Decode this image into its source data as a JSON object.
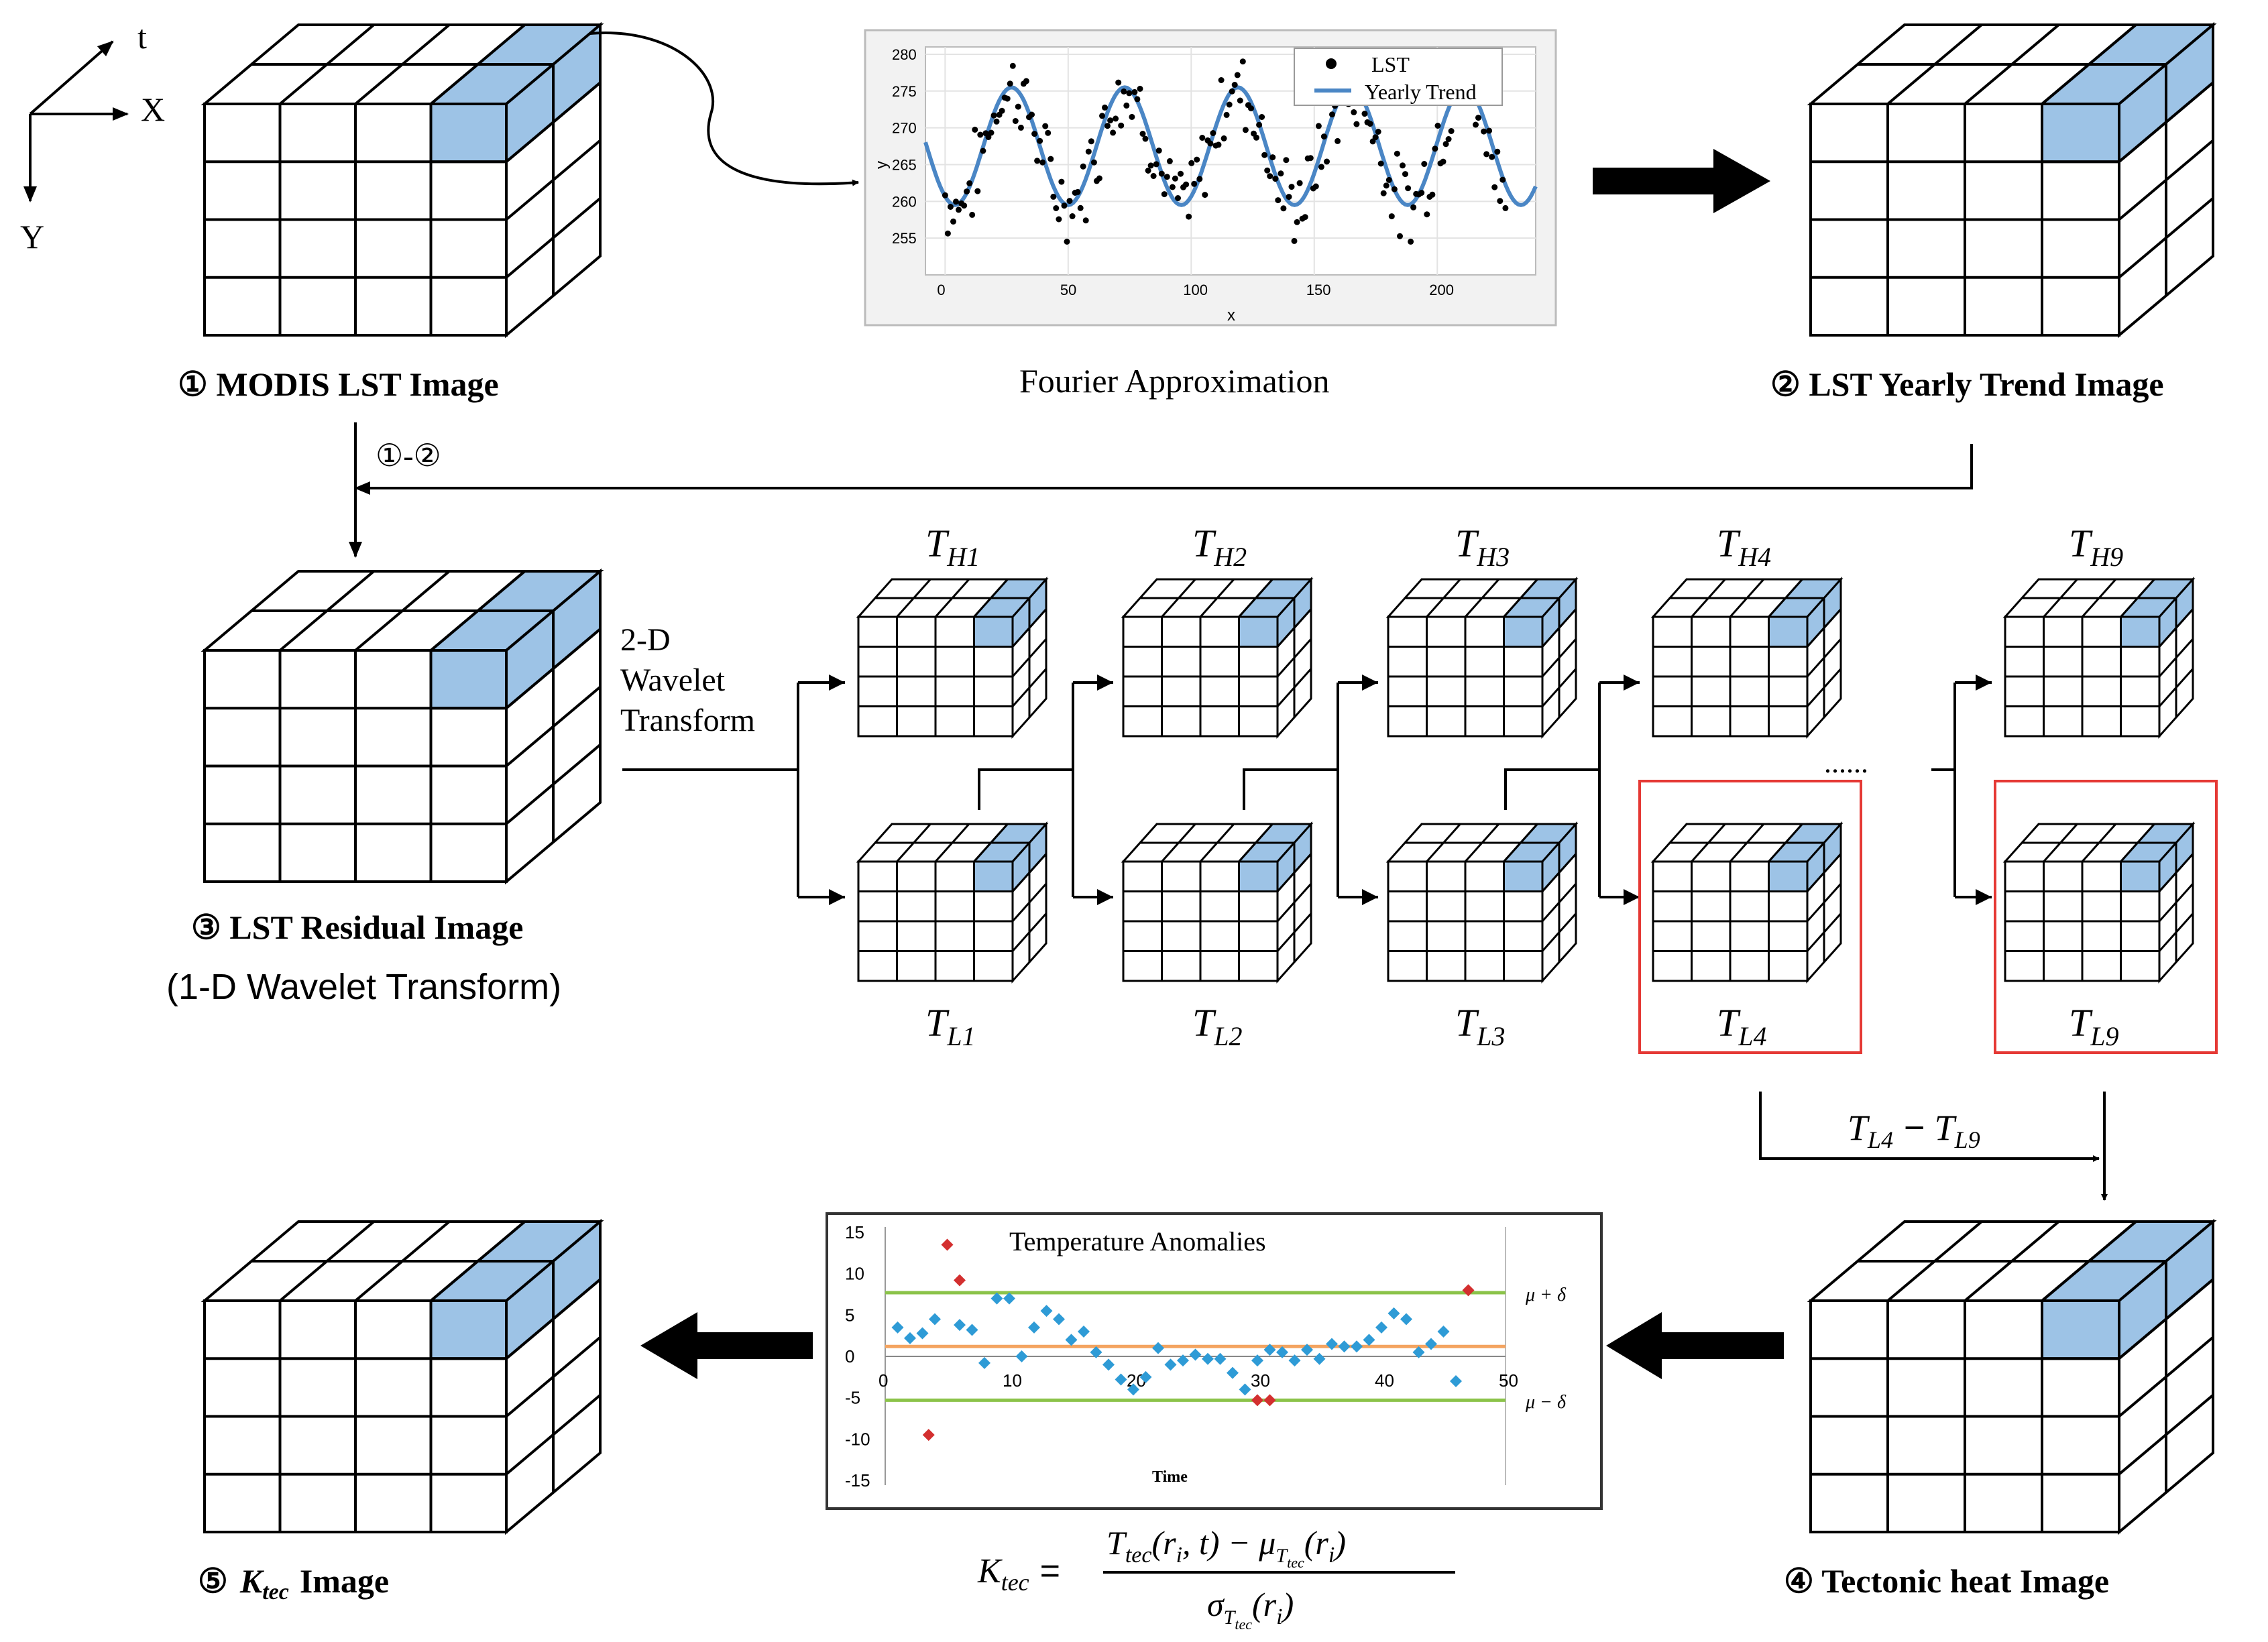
{
  "axes_legend": {
    "t": "t",
    "x": "X",
    "y": "Y"
  },
  "captions": {
    "modis": "① MODIS LST Image",
    "fourier": "Fourier Approximation",
    "trend": "② LST Yearly Trend Image",
    "diff": "①-②",
    "residual": "③ LST Residual Image",
    "residual_sub": "(1-D Wavelet Transform)",
    "wavelet_1": "2-D",
    "wavelet_2": "Wavelet",
    "wavelet_3": "Transform",
    "ellipsis": "......",
    "tectonic": "④ Tectonic heat Image",
    "ktec_num": "⑤",
    "ktec_word": "Image"
  },
  "stage_labels": {
    "high": [
      {
        "base": "T",
        "sub": "H1"
      },
      {
        "base": "T",
        "sub": "H2"
      },
      {
        "base": "T",
        "sub": "H3"
      },
      {
        "base": "T",
        "sub": "H4"
      },
      {
        "base": "T",
        "sub": "H9"
      }
    ],
    "low": [
      {
        "base": "T",
        "sub": "L1"
      },
      {
        "base": "T",
        "sub": "L2"
      },
      {
        "base": "T",
        "sub": "L3"
      },
      {
        "base": "T",
        "sub": "L4"
      },
      {
        "base": "T",
        "sub": "L9"
      }
    ]
  },
  "difference_label": {
    "a": "T",
    "a_sub": "L4",
    "op": " − ",
    "b": "T",
    "b_sub": "L9"
  },
  "formula": {
    "lhs": "K",
    "lhs_sub": "tec",
    "eq": "=",
    "numerator": "T_tec(r_i, t) − μ_T_tec(r_i)",
    "denominator": "σ_T_tec(r_i)"
  },
  "colors": {
    "cell_highlight": "#9dc3e6",
    "grid_line": "#000000",
    "red_box": "#e53935",
    "trend_line": "#4a86c5",
    "anomaly_point": "#2e9bd6",
    "outlier_point": "#d32f2f",
    "threshold_line": "#8bc34a",
    "mean_line": "#f4a460"
  },
  "fourier_chart": {
    "type": "line",
    "legend": [
      "LST",
      "Yearly Trend"
    ],
    "xlabel": "x",
    "ylabel": "y",
    "xticks": [
      "0",
      "50",
      "100",
      "150",
      "200"
    ],
    "yticks": [
      "255",
      "260",
      "265",
      "270",
      "275",
      "280"
    ],
    "xlim": [
      -8,
      240
    ],
    "ylim": [
      250,
      281
    ]
  },
  "chart_data": {
    "type": "scatter",
    "title": "Temperature Anomalies",
    "xlabel": "Time",
    "ylabel": "",
    "xlim": [
      0,
      50
    ],
    "ylim": [
      -15,
      15
    ],
    "xticks": [
      "0",
      "10",
      "20",
      "30",
      "40",
      "50"
    ],
    "yticks": [
      "15",
      "10",
      "5",
      "0",
      "-5",
      "-10",
      "-15"
    ],
    "threshold_labels": {
      "upper": "μ + δ",
      "lower": "μ − δ"
    },
    "upper_threshold": 7.7,
    "lower_threshold": -5.3,
    "mean": 1.2,
    "points": [
      [
        1,
        3.5
      ],
      [
        2,
        2.2
      ],
      [
        3,
        2.8
      ],
      [
        4,
        4.5
      ],
      [
        6,
        3.8
      ],
      [
        7,
        3.2
      ],
      [
        8,
        -0.8
      ],
      [
        9,
        7
      ],
      [
        10,
        7
      ],
      [
        11,
        0
      ],
      [
        12,
        3.5
      ],
      [
        13,
        5.5
      ],
      [
        14,
        4.5
      ],
      [
        15,
        2
      ],
      [
        16,
        3
      ],
      [
        17,
        0.5
      ],
      [
        18,
        -1
      ],
      [
        19,
        -2.8
      ],
      [
        20,
        -4
      ],
      [
        21,
        -2.5
      ],
      [
        22,
        1
      ],
      [
        23,
        -1
      ],
      [
        24,
        -0.5
      ],
      [
        25,
        0.2
      ],
      [
        26,
        -0.3
      ],
      [
        27,
        -0.3
      ],
      [
        28,
        -2
      ],
      [
        29,
        -4
      ],
      [
        30,
        -0.5
      ],
      [
        31,
        0.8
      ],
      [
        32,
        0.5
      ],
      [
        33,
        -0.5
      ],
      [
        34,
        0.8
      ],
      [
        35,
        -0.3
      ],
      [
        36,
        1.5
      ],
      [
        37,
        1.2
      ],
      [
        38,
        1.2
      ],
      [
        39,
        2
      ],
      [
        40,
        3.5
      ],
      [
        41,
        5.2
      ],
      [
        42,
        4.5
      ],
      [
        43,
        0.5
      ],
      [
        44,
        1.5
      ],
      [
        45,
        3
      ],
      [
        46,
        -3
      ]
    ],
    "outliers": [
      [
        3.5,
        -9.5
      ],
      [
        5,
        13.5
      ],
      [
        6,
        9.2
      ],
      [
        30,
        -5.3
      ],
      [
        31,
        -5.3
      ],
      [
        47,
        8
      ]
    ]
  }
}
